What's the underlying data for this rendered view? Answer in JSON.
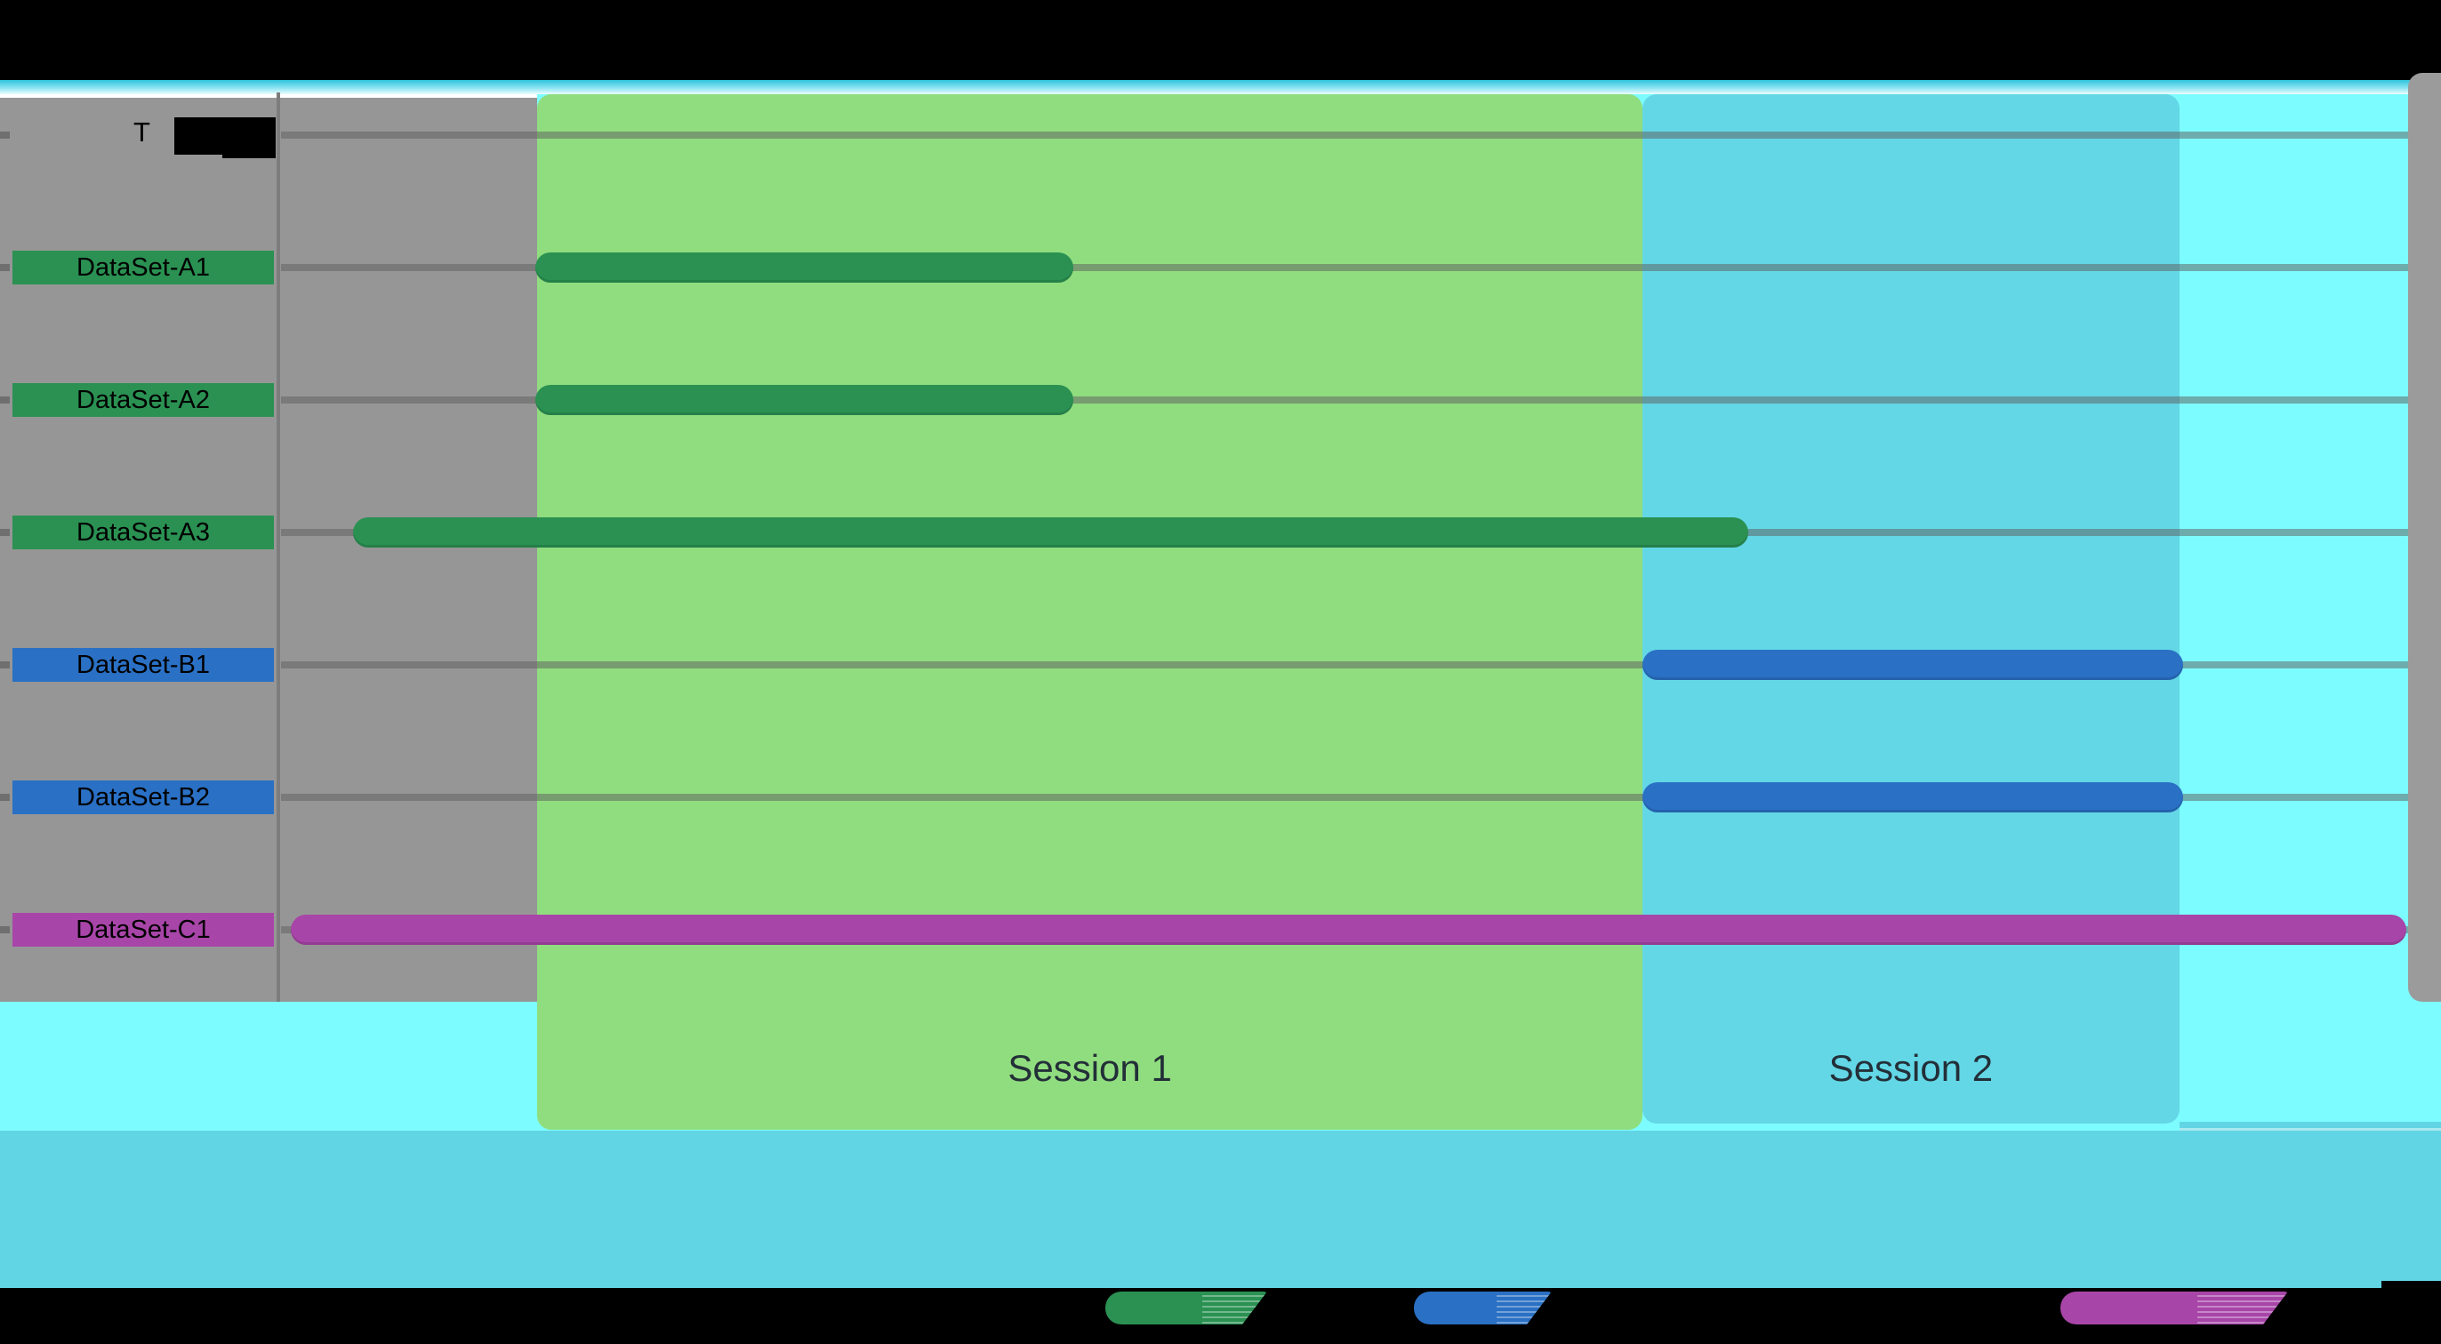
{
  "page": {
    "background_color": "#7dfcff",
    "top_strip_color": "#30c3dd",
    "panel_gray": "#969696",
    "footer_band_color": "#62d5e4",
    "redaction_color": "#000000"
  },
  "header": {
    "partial_axis_title": "T"
  },
  "chart_data": {
    "type": "gantt",
    "title": "",
    "xlabel": "",
    "ylabel": "",
    "grid": "horizontal",
    "x_axis_units": "percent_of_plot_width",
    "rows": [
      {
        "label": "T",
        "redacted": true,
        "highlight_color": null
      },
      {
        "label": "DataSet-A1",
        "redacted": false,
        "highlight_color": "#2a9152"
      },
      {
        "label": "DataSet-A2",
        "redacted": false,
        "highlight_color": "#2a9152"
      },
      {
        "label": "DataSet-A3",
        "redacted": false,
        "highlight_color": "#2a9152"
      },
      {
        "label": "DataSet-B1",
        "redacted": false,
        "highlight_color": "#2a70c4"
      },
      {
        "label": "DataSet-B2",
        "redacted": false,
        "highlight_color": "#2a70c4"
      },
      {
        "label": "DataSet-C1",
        "redacted": false,
        "highlight_color": "#a845a8"
      }
    ],
    "bars": [
      {
        "row_index": 1,
        "series": "A",
        "color": "#2a9152",
        "start_pct": 11.9,
        "end_pct": 36.8
      },
      {
        "row_index": 2,
        "series": "A",
        "color": "#2a9152",
        "start_pct": 11.9,
        "end_pct": 36.8
      },
      {
        "row_index": 3,
        "series": "A",
        "color": "#2a9152",
        "start_pct": 3.5,
        "end_pct": 68.0
      },
      {
        "row_index": 4,
        "series": "B",
        "color": "#2a70c4",
        "start_pct": 63.1,
        "end_pct": 88.1
      },
      {
        "row_index": 5,
        "series": "B",
        "color": "#2a70c4",
        "start_pct": 63.1,
        "end_pct": 88.1
      },
      {
        "row_index": 6,
        "series": "C",
        "color": "#a845a8",
        "start_pct": 0.6,
        "end_pct": 98.4
      }
    ],
    "sessions": [
      {
        "label": "Session 1",
        "band_color": "#90dd7f",
        "start_pct": 12.0,
        "end_pct": 63.1
      },
      {
        "label": "Session 2",
        "band_color": "#63d7e6",
        "start_pct": 63.1,
        "end_pct": 87.9
      }
    ],
    "legend": [
      {
        "series": "A",
        "color": "#2a9152",
        "label_redacted": true
      },
      {
        "series": "B",
        "color": "#2a70c4",
        "label_redacted": true
      },
      {
        "series": "C",
        "color": "#a845a8",
        "label_redacted": true
      }
    ]
  }
}
